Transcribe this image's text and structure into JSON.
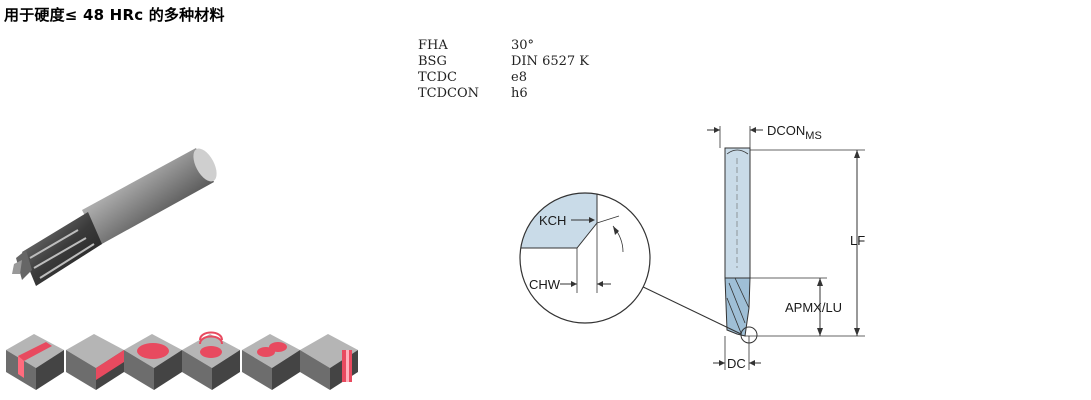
{
  "title": "用于硬度≤ 48 HRc 的多种材料",
  "specs": [
    {
      "key": "FHA",
      "value": "30°"
    },
    {
      "key": "BSG",
      "value": "DIN 6527 K"
    },
    {
      "key": "TCDC",
      "value": "e8"
    },
    {
      "key": "TCDCON",
      "value": "h6"
    }
  ],
  "diagram": {
    "dcon_label": "DCON",
    "dcon_sub": "MS",
    "lf_label": "LF",
    "apmx_label": "APMX/LU",
    "dc_label": "DC",
    "kch_label": "KCH",
    "chw_label": "CHW"
  },
  "operations": [
    "slotting-icon",
    "shoulder-icon",
    "pocket-icon",
    "helical-ramp-icon",
    "plunge-pocket-icon",
    "profile-icon"
  ]
}
